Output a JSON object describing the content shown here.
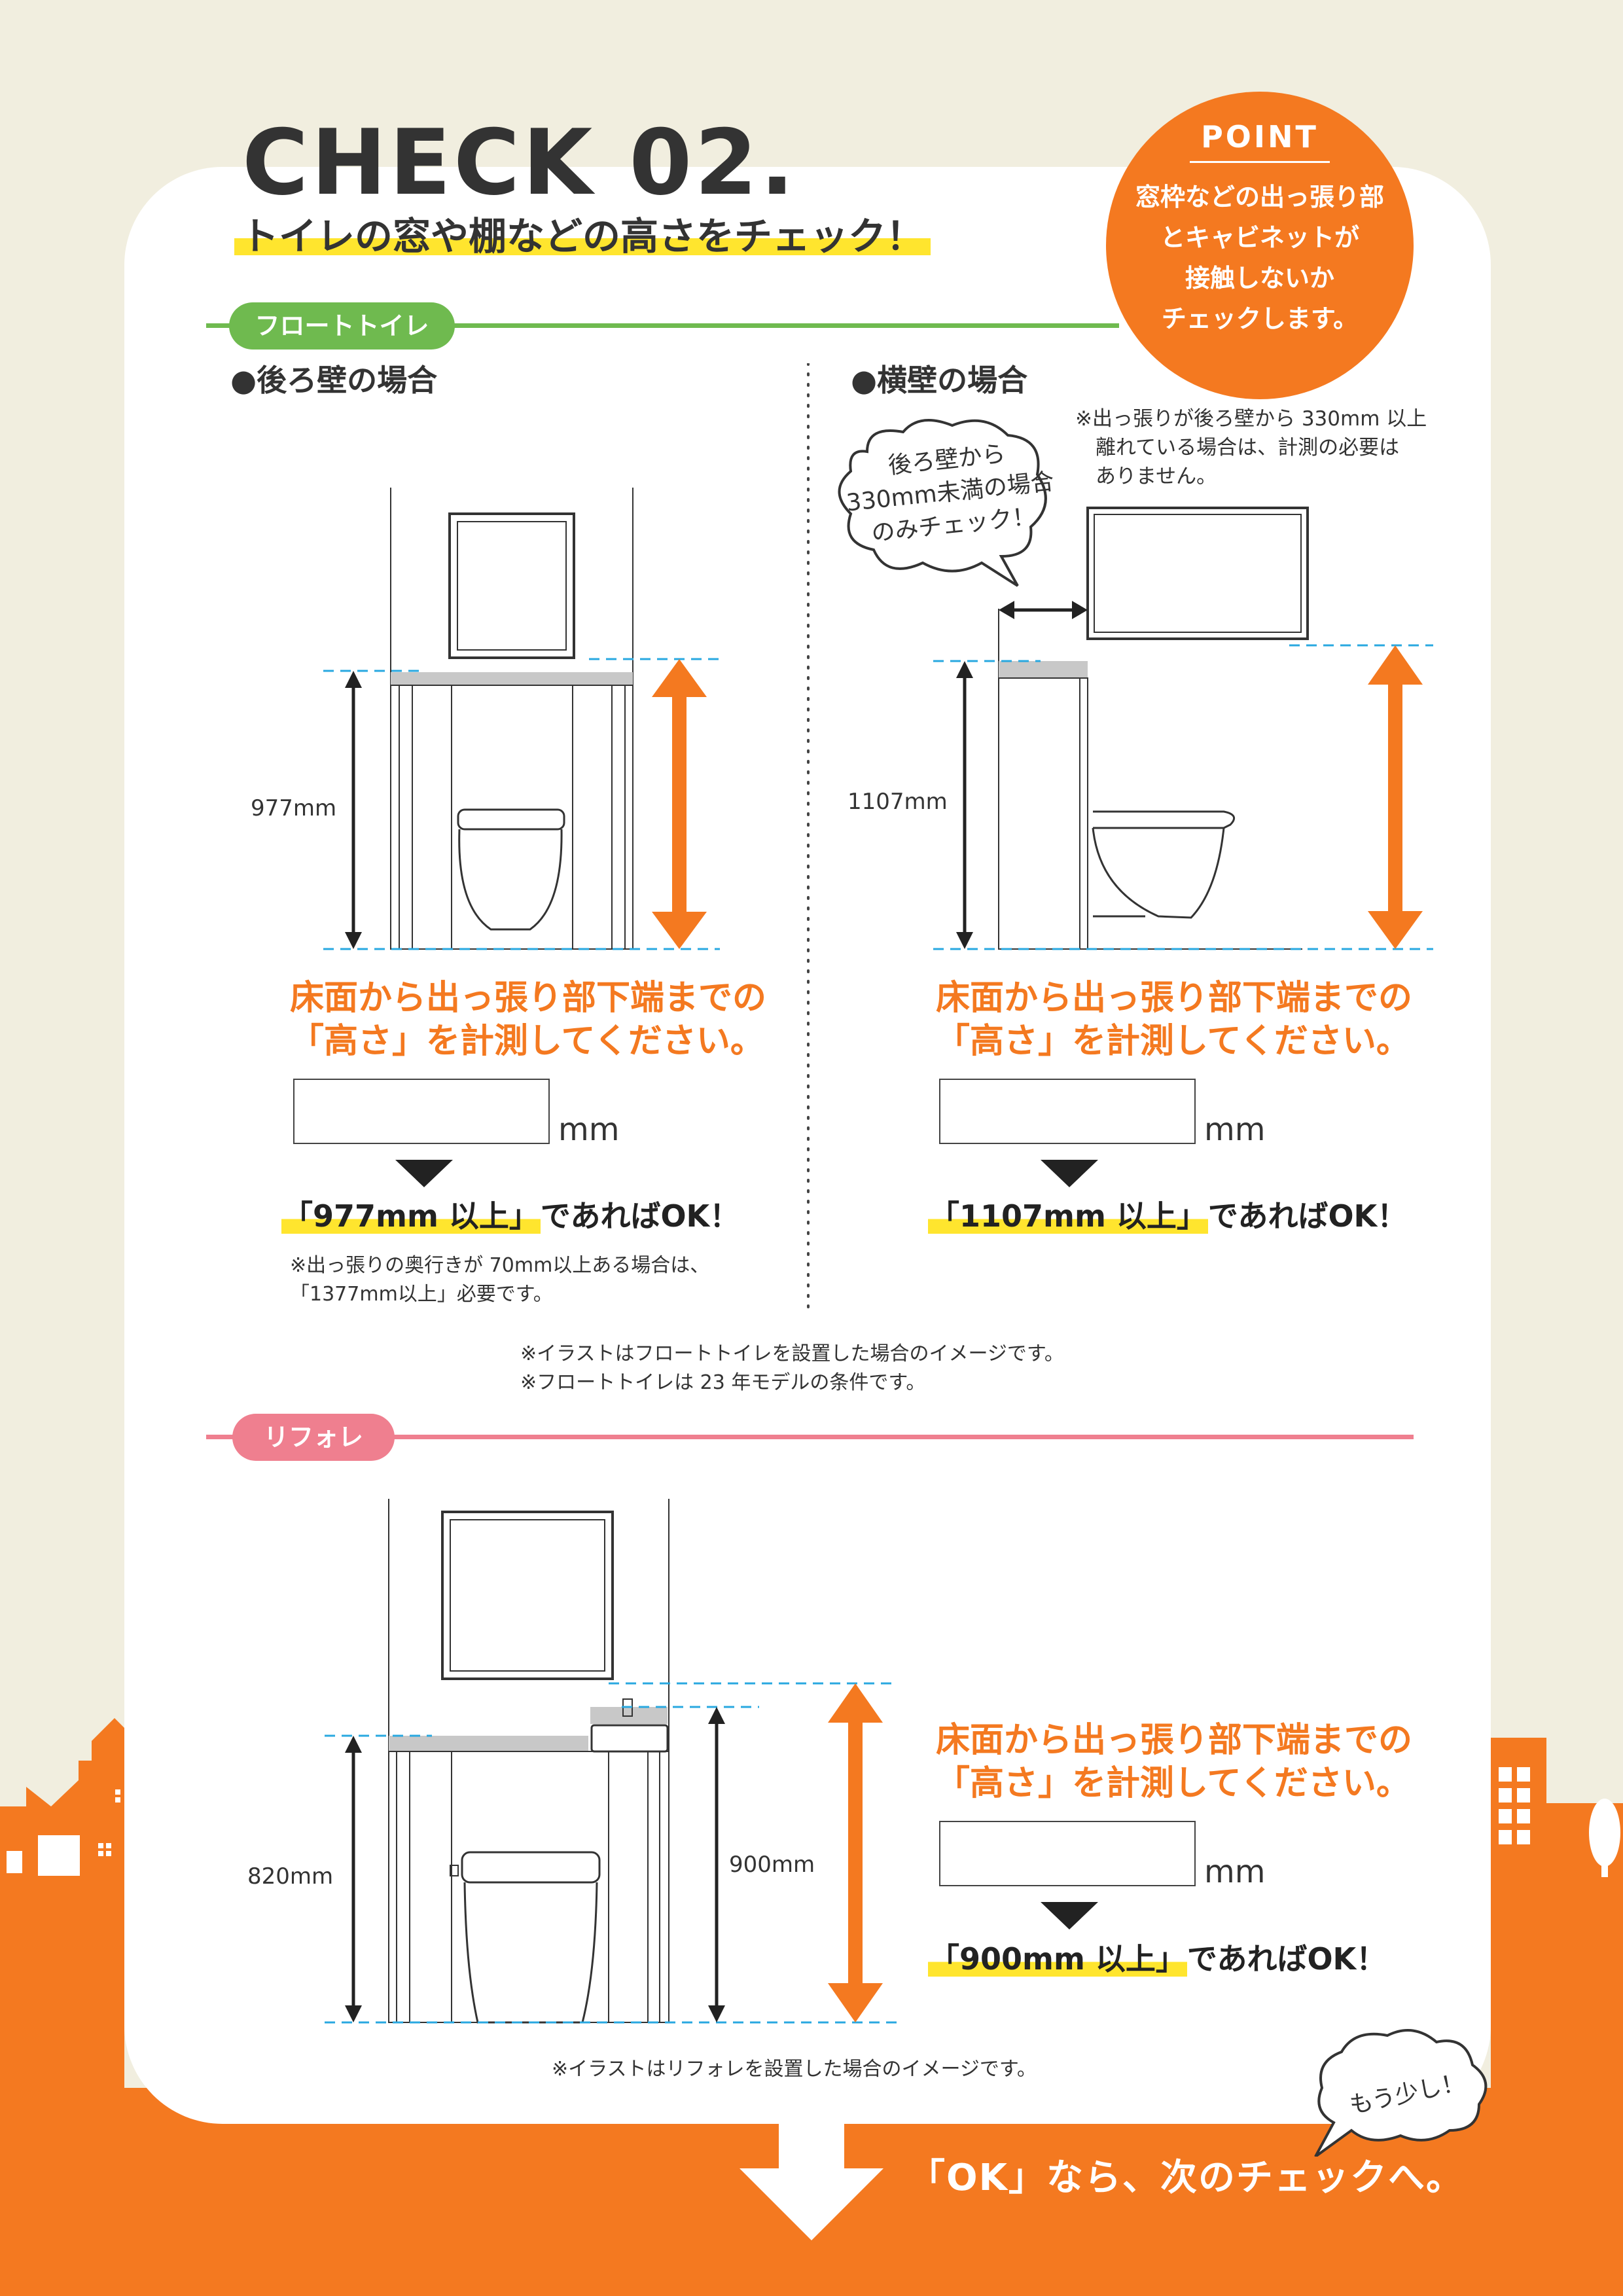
{
  "header": {
    "title": "CHECK 02.",
    "subtitle": "トイレの窓や棚などの高さをチェック！"
  },
  "point": {
    "label": "POINT",
    "body": "窓枠などの出っ張り部\nとキャビネットが\n接触しないか\nチェックします。"
  },
  "float_section": {
    "pill": "フロートトイレ",
    "back_wall": {
      "heading": "●後ろ壁の場合",
      "dimension": "977mm",
      "instruction": "床面から出っ張り部下端までの\n「高さ」を計測してください。",
      "unit": "mm",
      "ok_highlight": "「977mm 以上」",
      "ok_suffix": "であればOK！",
      "note": "※出っ張りの奥行きが 70mm以上ある場合は、\n「1377mm以上」必要です。"
    },
    "side_wall": {
      "heading": "●横壁の場合",
      "note": "※出っ張りが後ろ壁から 330mm 以上\n　離れている場合は、計測の必要は\n　ありません。",
      "bubble": "後ろ壁から\n330mm未満の場合\nのみチェック！",
      "dimension": "1107mm",
      "instruction": "床面から出っ張り部下端までの\n「高さ」を計測してください。",
      "unit": "mm",
      "ok_highlight": "「1107mm 以上」",
      "ok_suffix": "であればOK！"
    },
    "footnote": "※イラストはフロートトイレを設置した場合のイメージです。\n※フロートトイレは 23 年モデルの条件です。"
  },
  "reforet_section": {
    "pill": "リフォレ",
    "dimension_left": "820mm",
    "dimension_right": "900mm",
    "instruction": "床面から出っ張り部下端までの\n「高さ」を計測してください。",
    "unit": "mm",
    "ok_highlight": "「900mm 以上」",
    "ok_suffix": "であればOK！",
    "footnote": "※イラストはリフォレを設置した場合のイメージです。"
  },
  "footer": {
    "bubble": "もう少し！",
    "next": "「OK」なら、次のチェックへ。"
  },
  "colors": {
    "orange": "#f47920",
    "green": "#6fba4f",
    "pink": "#ef7f8f",
    "yellow": "#ffe52e",
    "cyan": "#29a8e0",
    "cream": "#f1eedf"
  }
}
